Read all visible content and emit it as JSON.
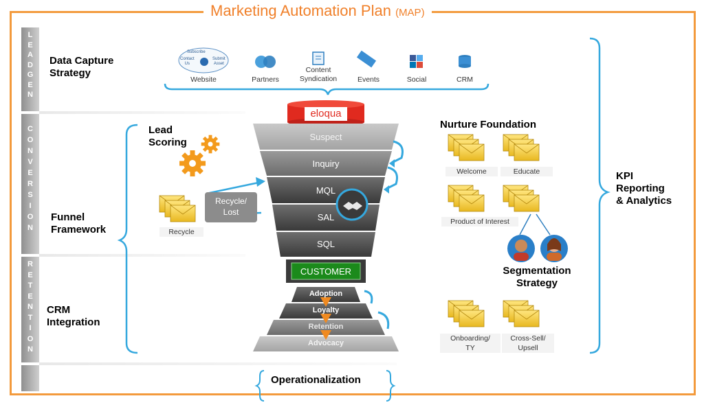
{
  "title": {
    "main": "Marketing Automation Plan",
    "abbr": "(MAP)"
  },
  "stages": {
    "leadgen": "LEADGEN",
    "conversion": "CONVERSION",
    "retention": "RETENTION"
  },
  "left_labels": {
    "data_capture": "Data Capture\nStrategy",
    "lead_scoring": "Lead\nScoring",
    "funnel_framework": "Funnel\nFramework",
    "crm_integration": "CRM\nIntegration"
  },
  "sources": [
    {
      "label": "Website",
      "icon": "website-icon"
    },
    {
      "label": "Partners",
      "icon": "partners-icon"
    },
    {
      "label": "Content\nSyndication",
      "icon": "content-syndication-icon"
    },
    {
      "label": "Events",
      "icon": "events-icon"
    },
    {
      "label": "Social",
      "icon": "social-icon"
    },
    {
      "label": "CRM",
      "icon": "crm-database-icon"
    }
  ],
  "website_mini": {
    "subscribe": "Subscribe",
    "contact": "Contact\nUs",
    "submit": "Submit\nAsset"
  },
  "brand": "eloqua",
  "funnel": [
    "Suspect",
    "Inquiry",
    "MQL",
    "SAL",
    "SQL"
  ],
  "customer": "CUSTOMER",
  "retention_steps": [
    "Adoption",
    "Loyalty",
    "Retention",
    "Advocacy"
  ],
  "recycle": {
    "box": "Recycle/\nLost",
    "caption": "Recycle"
  },
  "nurture": {
    "title": "Nurture Foundation",
    "items": [
      "Welcome",
      "Educate",
      "Product of Interest"
    ]
  },
  "segmentation": "Segmentation\nStrategy",
  "post_sale": [
    "Onboarding/\nTY",
    "Cross-Sell/\nUpsell"
  ],
  "kpi": "KPI\nReporting\n& Analytics",
  "operationalization": "Operationalization",
  "colors": {
    "accent": "#f39a3c",
    "brace": "#35a8de",
    "customer": "#1b8a1b",
    "arrow": "#f08a20",
    "eloqua": "#e02a1f"
  }
}
